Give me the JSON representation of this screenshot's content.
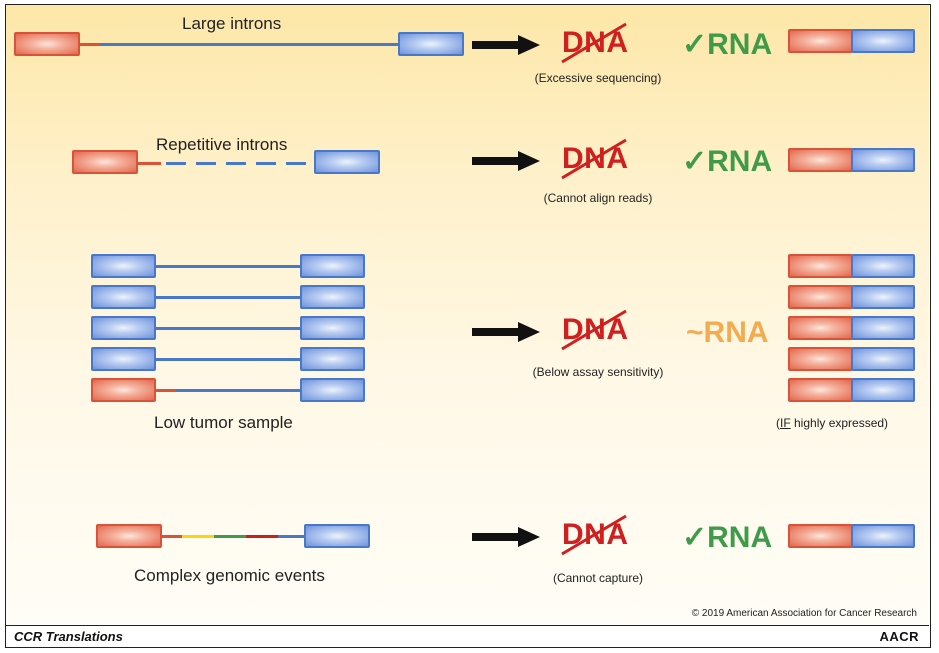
{
  "rows": [
    {
      "label": "Large introns",
      "note": "(Excessive sequencing)",
      "dna": "DNA",
      "rna": "RNA",
      "rna_mark": "✓"
    },
    {
      "label": "Repetitive introns",
      "note": "(Cannot align reads)",
      "dna": "DNA",
      "rna": "RNA",
      "rna_mark": "✓"
    },
    {
      "label": "Low tumor sample",
      "note": "(Below assay sensitivity)",
      "dna": "DNA",
      "rna": "RNA",
      "rna_mark": "~",
      "rna_note_prefix": "(",
      "rna_note_underlined": "IF",
      "rna_note_suffix": " highly expressed)"
    },
    {
      "label": "Complex genomic events",
      "note": "(Cannot capture)",
      "dna": "DNA",
      "rna": "RNA",
      "rna_mark": "✓"
    }
  ],
  "footer": {
    "title": "CCR Translations",
    "copyright": "© 2019 American Association for Cancer Research",
    "logo": "AACR"
  },
  "colors": {
    "exon_red": "#d9533a",
    "exon_blue": "#4a78c9",
    "dna": "#cf1f1f",
    "rna_ok": "#3f9b49",
    "rna_partial": "#f2ab4f"
  }
}
